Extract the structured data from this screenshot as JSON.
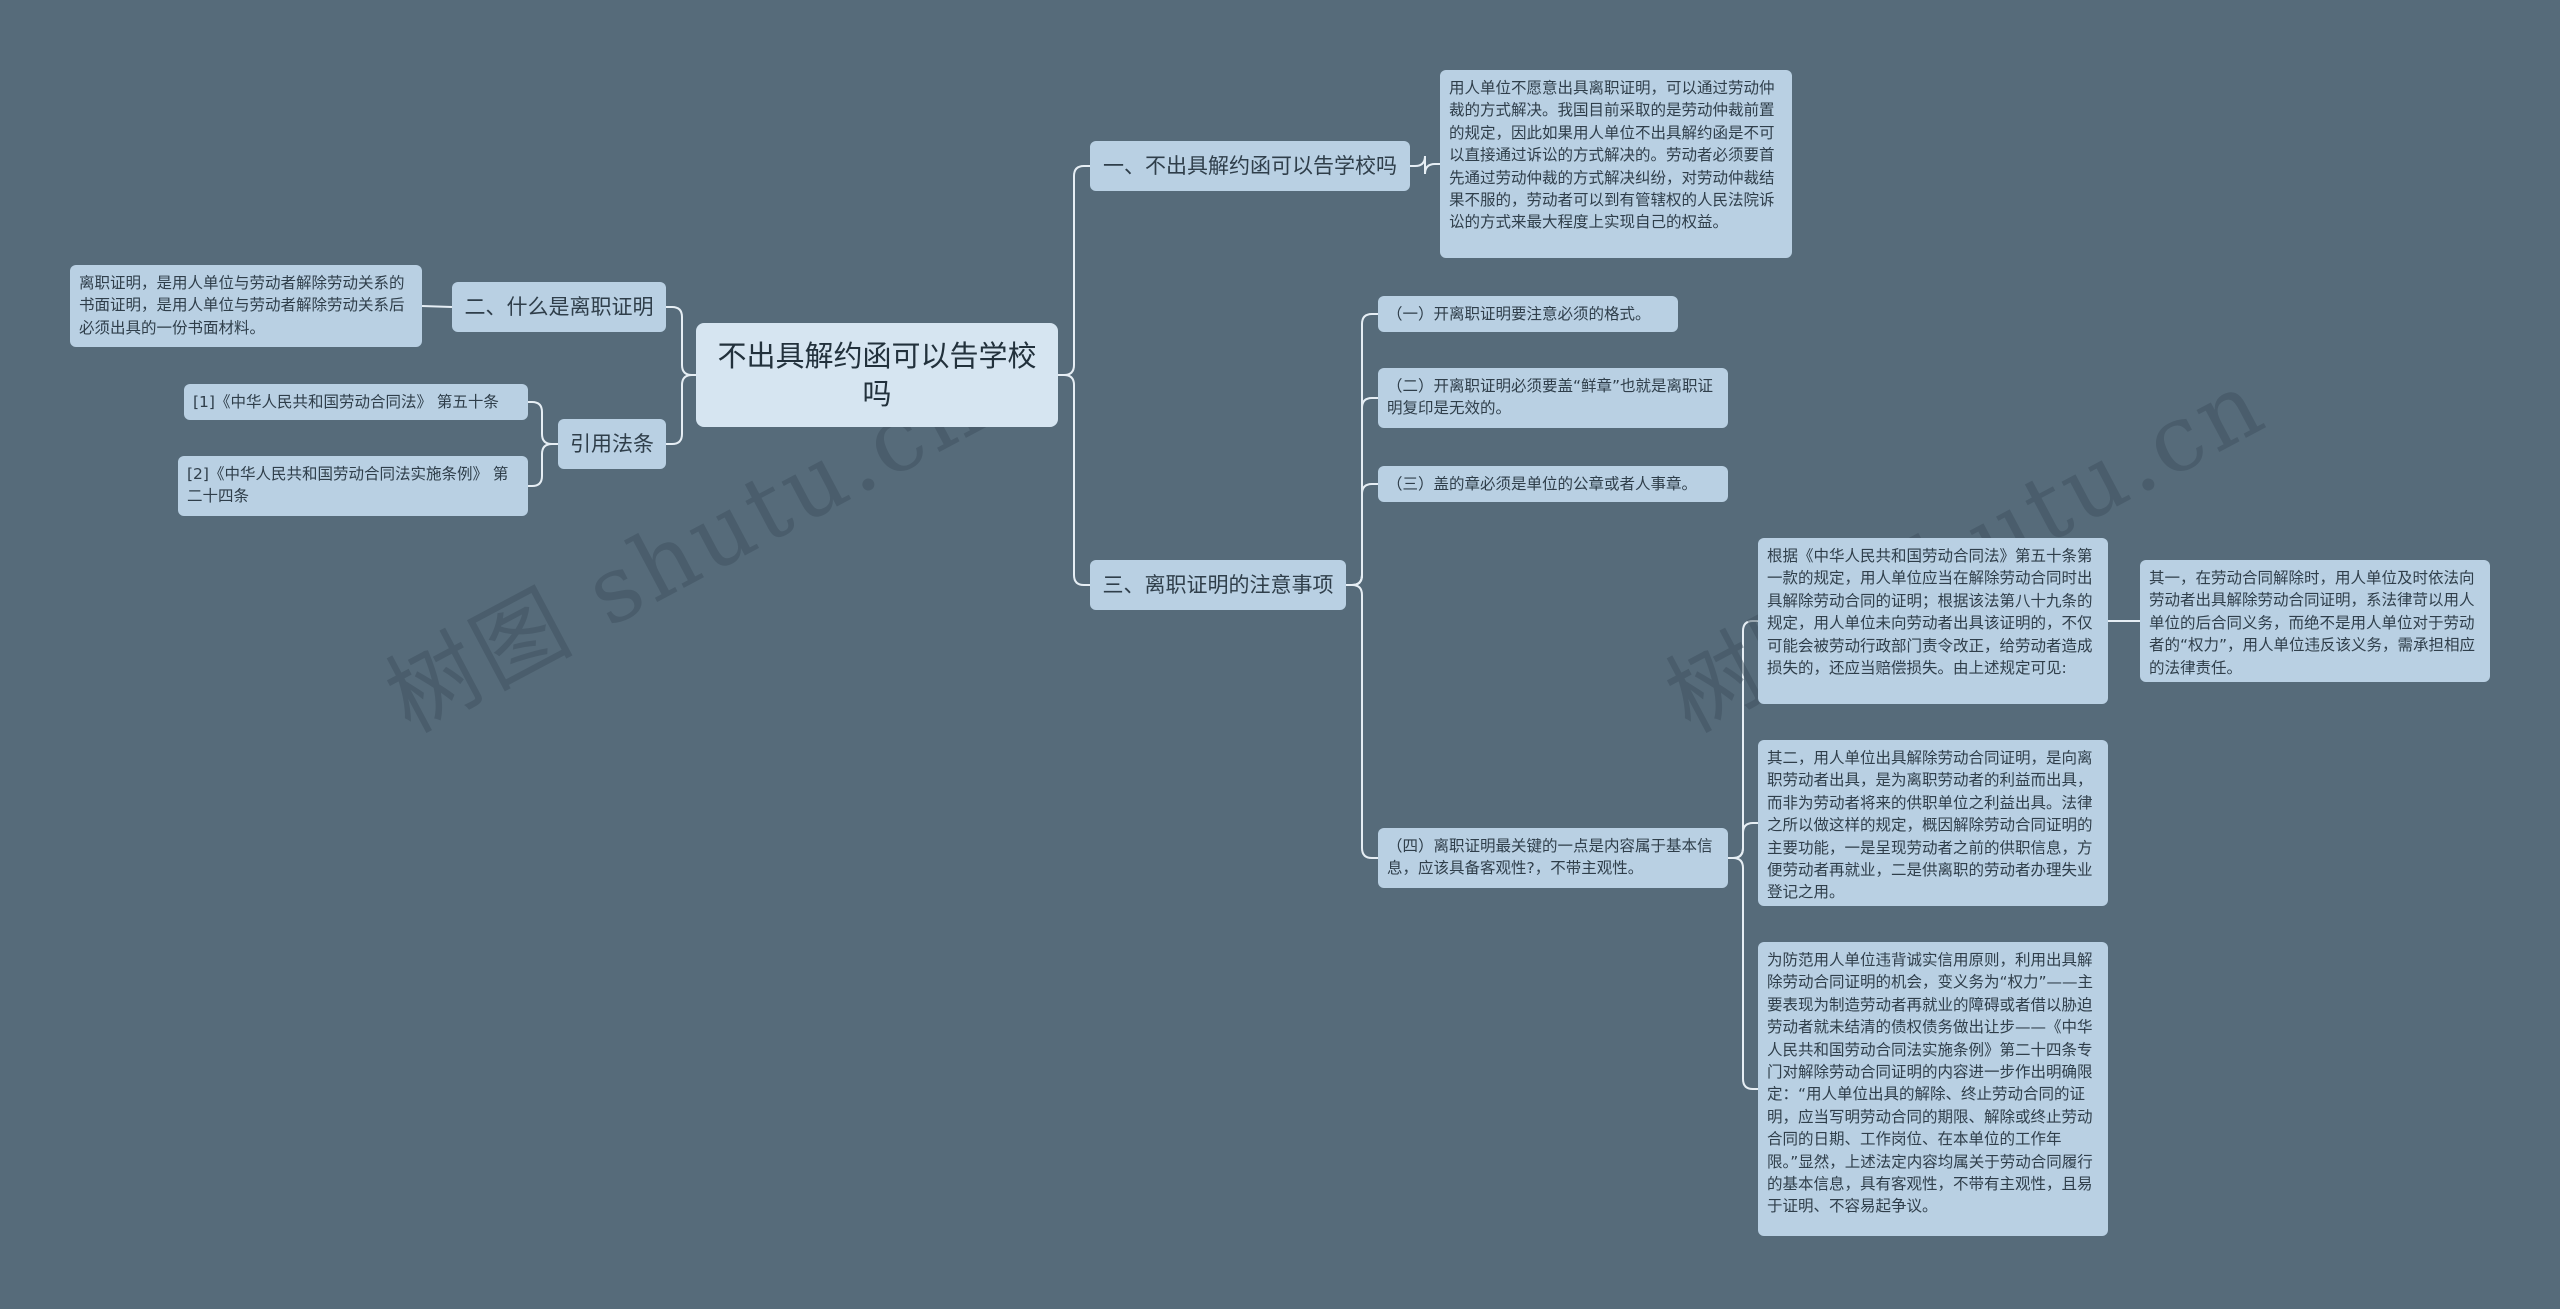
{
  "root": {
    "label": "不出具解约函可以告学校吗"
  },
  "branches": {
    "b1": {
      "label": "一、不出具解约函可以告学校吗"
    },
    "b2": {
      "label": "二、什么是离职证明"
    },
    "b3": {
      "label": "引用法条"
    },
    "b4": {
      "label": "三、离职证明的注意事项"
    }
  },
  "leaves": {
    "b1_text": "用人单位不愿意出具离职证明，可以通过劳动仲裁的方式解决。我国目前采取的是劳动仲裁前置的规定，因此如果用人单位不出具解约函是不可以直接通过诉讼的方式解决的。劳动者必须要首先通过劳动仲裁的方式解决纠纷，对劳动仲裁结果不服的，劳动者可以到有管辖权的人民法院诉讼的方式来最大程度上实现自己的权益。",
    "b2_text": "离职证明，是用人单位与劳动者解除劳动关系的书面证明，是用人单位与劳动者解除劳动关系后必须出具的一份书面材料。",
    "law1": "[1]《中华人民共和国劳动合同法》 第五十条",
    "law2": "[2]《中华人民共和国劳动合同法实施条例》 第二十四条",
    "n1": "（一）开离职证明要注意必须的格式。",
    "n2": "（二）开离职证明必须要盖“鲜章”也就是离职证明复印是无效的。",
    "n3": "（三）盖的章必须是单位的公章或者人事章。",
    "n4": "（四）离职证明最关键的一点是内容属于基本信息，应该具备客观性?，不带主观性。",
    "n4a": "根据《中华人民共和国劳动合同法》第五十条第一款的规定，用人单位应当在解除劳动合同时出具解除劳动合同的证明；根据该法第八十九条的规定，用人单位未向劳动者出具该证明的，不仅可能会被劳动行政部门责令改正，给劳动者造成损失的，还应当赔偿损失。由上述规定可见:",
    "n4a1": "其一，在劳动合同解除时，用人单位及时依法向劳动者出具解除劳动合同证明，系法律苛以用人单位的后合同义务，而绝不是用人单位对于劳动者的“权力”，用人单位违反该义务，需承担相应的法律责任。",
    "n4b": "其二，用人单位出具解除劳动合同证明，是向离职劳动者出具，是为离职劳动者的利益而出具，而非为劳动者将来的供职单位之利益出具。法律之所以做这样的规定，概因解除劳动合同证明的主要功能，一是呈现劳动者之前的供职信息，方便劳动者再就业，二是供离职的劳动者办理失业登记之用。",
    "n4c": "为防范用人单位违背诚实信用原则，利用出具解除劳动合同证明的机会，变义务为“权力”——主要表现为制造劳动者再就业的障碍或者借以胁迫劳动者就未结清的债权债务做出让步——《中华人民共和国劳动合同法实施条例》第二十四条专门对解除劳动合同证明的内容进一步作出明确限定：“用人单位出具的解除、终止劳动合同的证明，应当写明劳动合同的期限、解除或终止劳动合同的日期、工作岗位、在本单位的工作年限。”显然，上述法定内容均属关于劳动合同履行的基本信息，具有客观性，不带有主观性，且易于证明、不容易起争议。"
  },
  "watermarks": [
    "树图 shutu.cn",
    "树图 shutu.cn"
  ],
  "colors": {
    "background": "#566b7a",
    "node": "#b9d0e3",
    "root": "#d6e5f1",
    "line": "#e6eef4"
  }
}
